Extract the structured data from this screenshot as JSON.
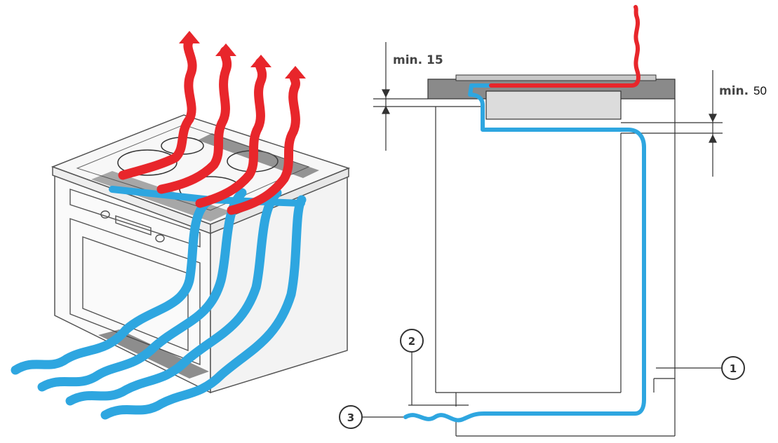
{
  "labels": {
    "min_top": "min. 15",
    "min_right_prefix": "min.",
    "min_right_value": "50"
  },
  "callouts": [
    "1",
    "2",
    "3"
  ],
  "icons": [
    "hot-air-arrow-icon",
    "cool-air-wave-icon"
  ],
  "colors": {
    "hot_air": "#e8262b",
    "cool_air": "#2ea6e0",
    "outline": "#333333",
    "appliance_fill": "#dcdcdc",
    "worktop_fill": "#8a8a8a"
  }
}
